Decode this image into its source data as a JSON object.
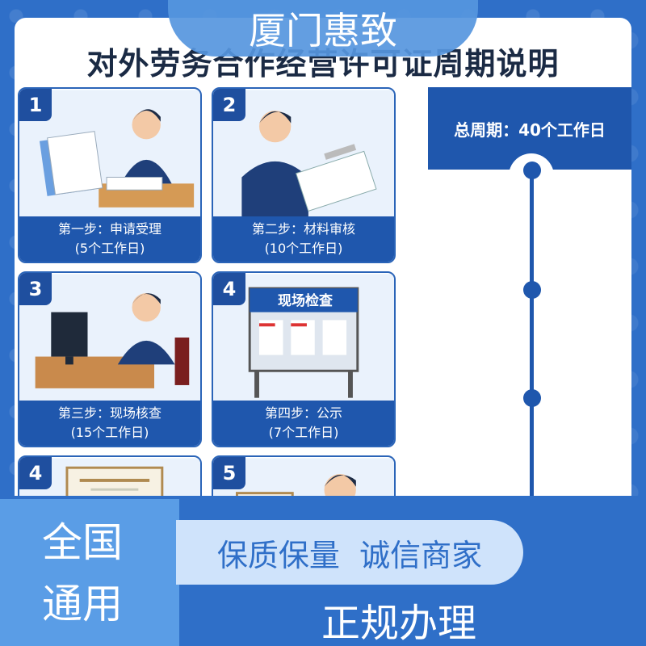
{
  "brand": "厦门惠致",
  "title": "对外劳务合作经营许可证周期说明",
  "steps": [
    {
      "num": "1",
      "name": "第一步：申请受理",
      "duration": "(5个工作日)"
    },
    {
      "num": "2",
      "name": "第二步：材料审核",
      "duration": "(10个工作日)"
    },
    {
      "num": "3",
      "name": "第三步：现场核查",
      "duration": "(15个工作日)"
    },
    {
      "num": "4",
      "name": "第四步：公示",
      "duration": "(7个工作日)",
      "board_title": "现场检查"
    },
    {
      "num": "4",
      "name": "",
      "duration": ""
    },
    {
      "num": "5",
      "name": "",
      "duration": ""
    }
  ],
  "timeline": {
    "total": "总周期：40个工作日"
  },
  "banner": {
    "left_line1": "全国",
    "left_line2": "通用",
    "ribbon": "保质保量  诚信商家",
    "right": "正规办理"
  },
  "colors": {
    "primary": "#1f57ad",
    "accent": "#2f6fc8",
    "light": "#cfe3fb"
  },
  "icons": [
    "clerk-receiving-docs",
    "officer-reviewing-docs",
    "clerk-at-computer",
    "inspection-board",
    "certificate",
    "officer-with-certificate"
  ]
}
